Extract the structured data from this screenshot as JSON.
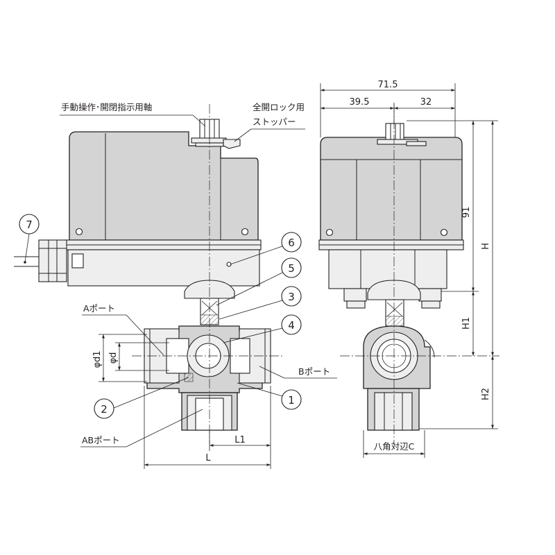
{
  "labels": {
    "manual_shaft": "手動操作･開閉指示用軸",
    "lock_stopper_line1": "全開ロック用",
    "lock_stopper_line2": "ストッパー",
    "a_port": "Aポート",
    "b_port": "Bポート",
    "ab_port": "ABポート",
    "hex_width": "八角対辺C"
  },
  "callouts": [
    "1",
    "2",
    "3",
    "4",
    "5",
    "6",
    "7"
  ],
  "dimensions": {
    "overall_width": "71.5",
    "left_width": "39.5",
    "right_width": "32",
    "actuator_height": "91",
    "height_H": "H",
    "height_H1": "H1",
    "height_H2": "H2",
    "length_L": "L",
    "length_L1": "L1",
    "diameter_d": "φd",
    "diameter_d1": "φd1"
  },
  "colors": {
    "line": "#231f20",
    "body": "#d4d4d4",
    "light": "#eeeeee",
    "background": "#ffffff"
  }
}
